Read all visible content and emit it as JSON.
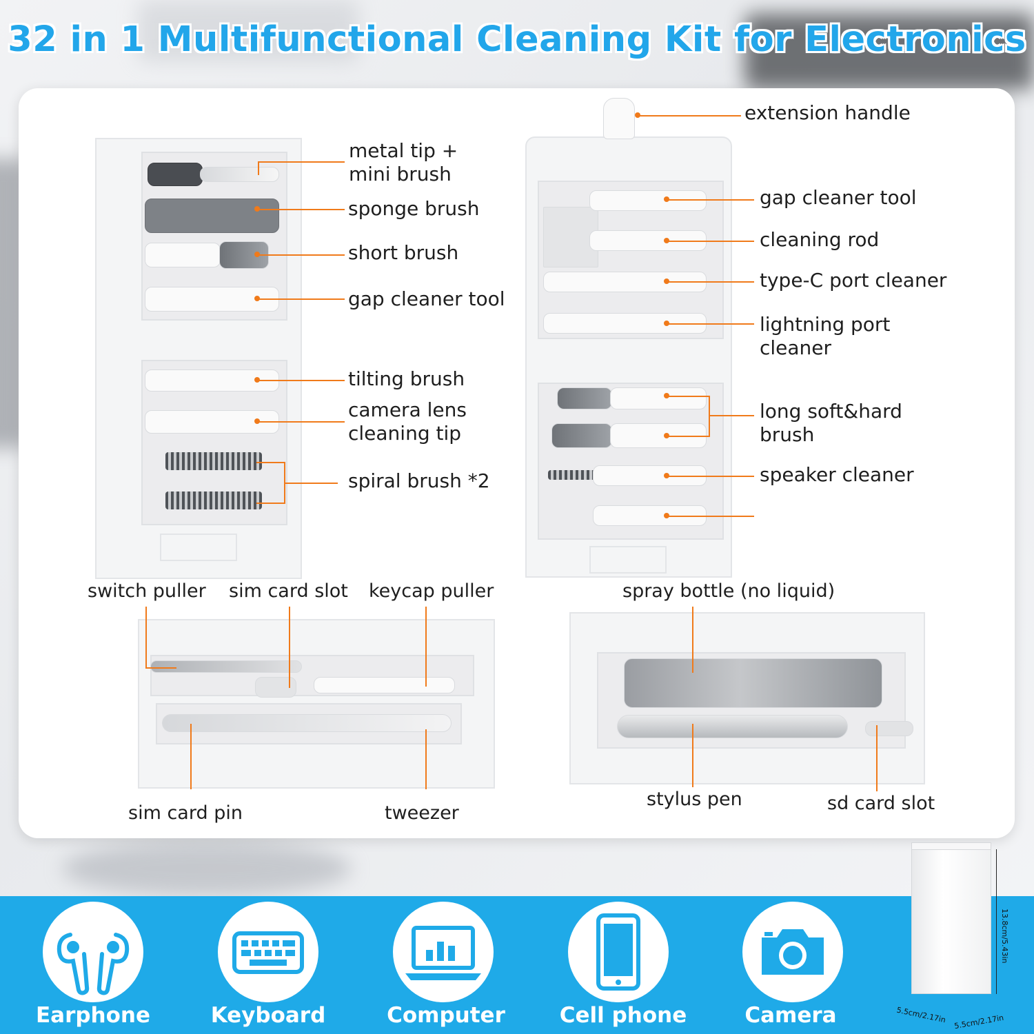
{
  "title": "32 in 1 Multifunctional Cleaning Kit for Electronics",
  "left_module": {
    "labels": [
      "metal tip +",
      "mini brush",
      "sponge brush",
      "short brush",
      "gap cleaner tool",
      "tilting brush",
      "camera lens",
      "cleaning tip",
      "spiral brush *2"
    ]
  },
  "right_module": {
    "labels": [
      "extension handle",
      "gap cleaner tool",
      "cleaning rod",
      "type-C port cleaner",
      "lightning port",
      "cleaner",
      "long soft&hard",
      "brush",
      "speaker cleaner"
    ]
  },
  "bottom_left_module": {
    "labels": [
      "switch puller",
      "sim card slot",
      "keycap puller",
      "sim card pin",
      "tweezer"
    ]
  },
  "bottom_right_module": {
    "labels": [
      "spray bottle (no liquid)",
      "stylus pen",
      "sd card slot"
    ]
  },
  "devices": [
    {
      "label": "Earphone",
      "icon": "earphone-icon"
    },
    {
      "label": "Keyboard",
      "icon": "keyboard-icon"
    },
    {
      "label": "Computer",
      "icon": "computer-icon"
    },
    {
      "label": "Cell phone",
      "icon": "cell-phone-icon"
    },
    {
      "label": "Camera",
      "icon": "camera-icon"
    }
  ],
  "dimensions": {
    "height": "13.8cm/5.43in",
    "width": "5.5cm/2.17in",
    "depth": "5.5cm/2.17in"
  },
  "colors": {
    "accent": "#1faae8",
    "title": "#22a6ea",
    "callout": "#f07a1a"
  }
}
